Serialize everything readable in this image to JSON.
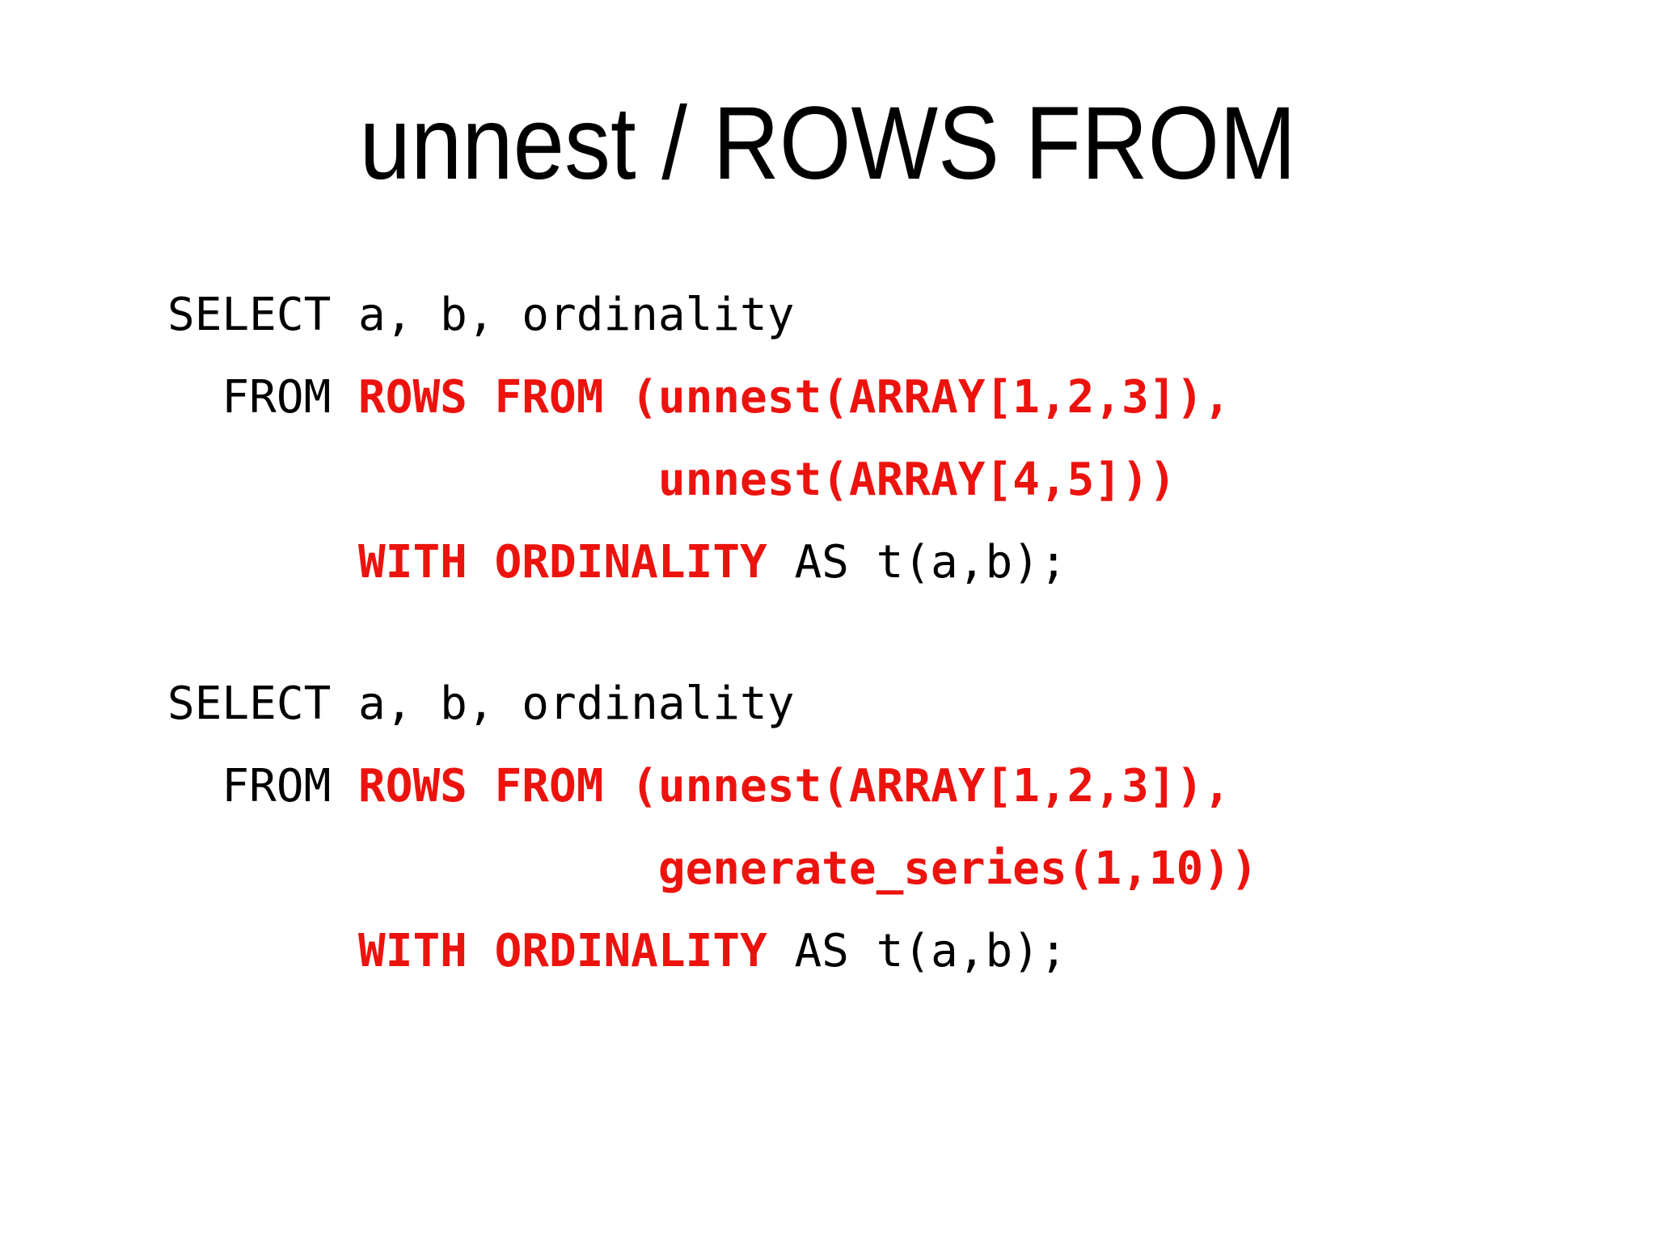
{
  "slide": {
    "title": "unnest / ROWS FROM",
    "background": "#ffffff",
    "text_color": "#000000",
    "accent_color": "#ec130e"
  },
  "code_blocks": [
    {
      "lines": [
        {
          "segments": [
            {
              "text": "SELECT a, b, ordinality",
              "style": "plain"
            }
          ]
        },
        {
          "segments": [
            {
              "text": "  FROM ",
              "style": "plain"
            },
            {
              "text": "ROWS FROM (unnest(ARRAY[1,2,3]),",
              "style": "keyword"
            }
          ]
        },
        {
          "segments": [
            {
              "text": "                  ",
              "style": "plain"
            },
            {
              "text": "unnest(ARRAY[4,5]))",
              "style": "keyword"
            }
          ]
        },
        {
          "segments": [
            {
              "text": "       ",
              "style": "plain"
            },
            {
              "text": "WITH ORDINALITY",
              "style": "keyword"
            },
            {
              "text": " AS t(a,b);",
              "style": "plain"
            }
          ]
        }
      ]
    },
    {
      "lines": [
        {
          "segments": [
            {
              "text": "SELECT a, b, ordinality",
              "style": "plain"
            }
          ]
        },
        {
          "segments": [
            {
              "text": "  FROM ",
              "style": "plain"
            },
            {
              "text": "ROWS FROM (unnest(ARRAY[1,2,3]),",
              "style": "keyword"
            }
          ]
        },
        {
          "segments": [
            {
              "text": "                  ",
              "style": "plain"
            },
            {
              "text": "generate_series(1,10))",
              "style": "keyword"
            }
          ]
        },
        {
          "segments": [
            {
              "text": "       ",
              "style": "plain"
            },
            {
              "text": "WITH ORDINALITY",
              "style": "keyword"
            },
            {
              "text": " AS t(a,b);",
              "style": "plain"
            }
          ]
        }
      ]
    }
  ]
}
